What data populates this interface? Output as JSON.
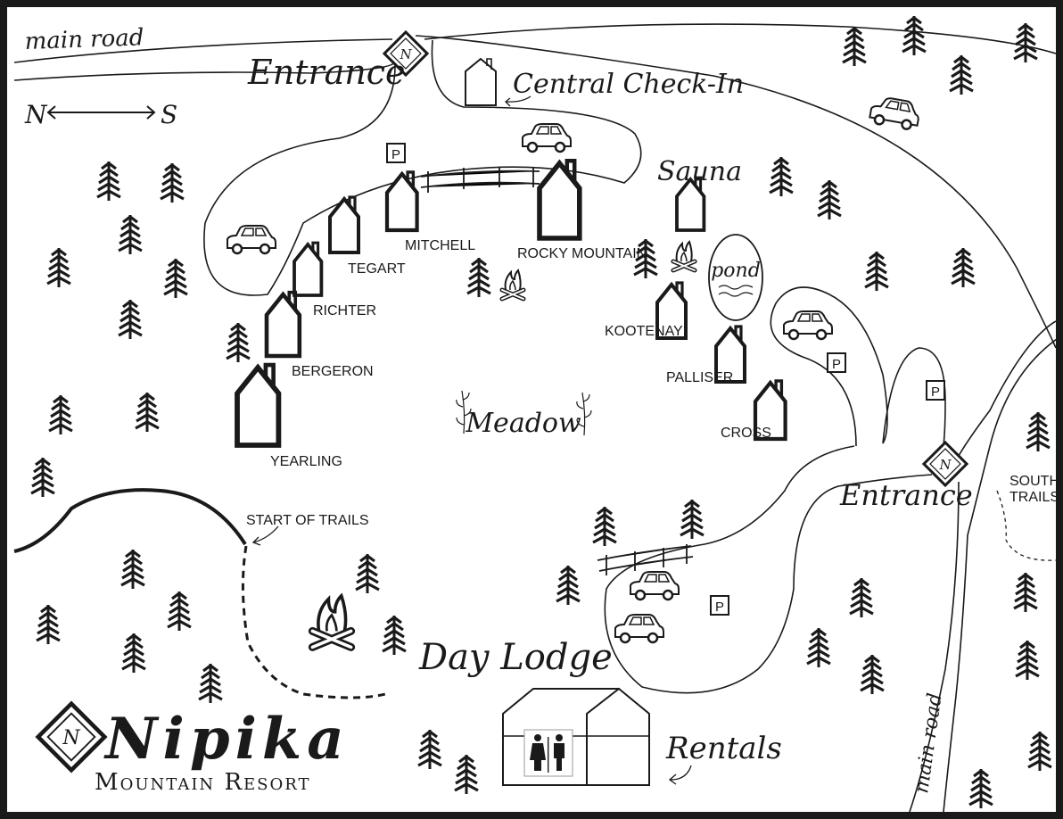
{
  "map": {
    "roads": {
      "main_road_top": "main road",
      "main_road_right": "main road"
    },
    "compass": {
      "north": "N",
      "south": "S"
    },
    "areas": {
      "entrance_north": "Entrance",
      "entrance_south": "Entrance",
      "central_checkin": "Central Check-In",
      "sauna": "Sauna",
      "pond": "pond",
      "meadow": "Meadow",
      "day_lodge": "Day Lodge",
      "rentals": "Rentals",
      "start_of_trails": "START OF TRAILS",
      "south_trails_line1": "SOUTH",
      "south_trails_line2": "TRAILS"
    },
    "parking_label": "P",
    "cabins": {
      "tegart": "TEGART",
      "mitchell": "MITCHELL",
      "rocky_mountain": "ROCKY MOUNTAIN",
      "richter": "RICHTER",
      "bergeron": "BERGERON",
      "yearling": "YEARLING",
      "kootenay": "KOOTENAY",
      "palliser": "PALLISER",
      "cross": "CROSS"
    },
    "logo_letter": "N",
    "brand": {
      "name": "Nipika",
      "subtitle": "Mountain Resort"
    }
  }
}
